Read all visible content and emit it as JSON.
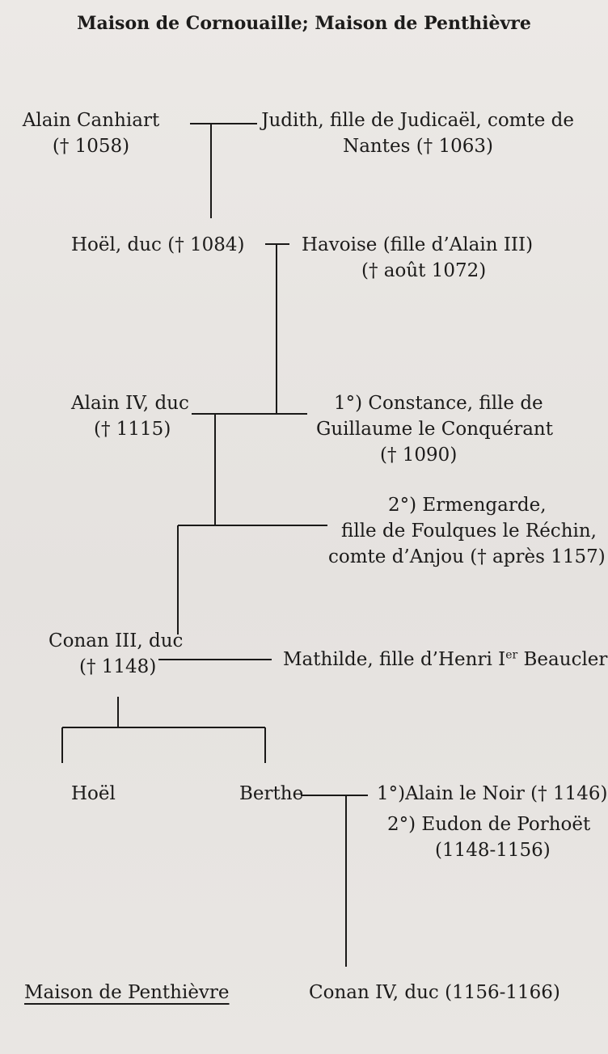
{
  "title": "Maison de Cornouaille; Maison de Penthièvre",
  "persons": {
    "alain_canhiart_name": "Alain Canhiart",
    "alain_canhiart_dates": "(† 1058)",
    "judith_line1": "Judith, fille de Judicaël, comte de",
    "judith_line2": "Nantes († 1063)",
    "hoel_duc": "Hoël, duc († 1084)",
    "havoise_line1": "Havoise (fille d’Alain III)",
    "havoise_line2": "(† août 1072)",
    "alain_iv_name": "Alain IV, duc",
    "alain_iv_dates": "(† 1115)",
    "constance_line1": "1°) Constance, fille de",
    "constance_line2": "Guillaume le Conquérant",
    "constance_line3": "(† 1090)",
    "ermengarde_line1": "2°) Ermengarde,",
    "ermengarde_line2": "fille de Foulques le Réchin,",
    "ermengarde_line3": "comte d’Anjou († après 1157)",
    "conan_iii_name": "Conan III, duc",
    "conan_iii_dates": "(† 1148)",
    "mathilde_prefix": "Mathilde, fille d’Henri I",
    "mathilde_sup": "er",
    "mathilde_suffix": " Beauclerc",
    "hoel": "Hoël",
    "berthe": "Berthe",
    "alain_le_noir": "1°)Alain le Noir († 1146)",
    "eudon_line1": "2°) Eudon de Porhoët",
    "eudon_line2": "(1148-1156)",
    "maison_penthievre": "Maison de Penthièvre",
    "conan_iv": "Conan IV, duc (1156-1166)"
  }
}
